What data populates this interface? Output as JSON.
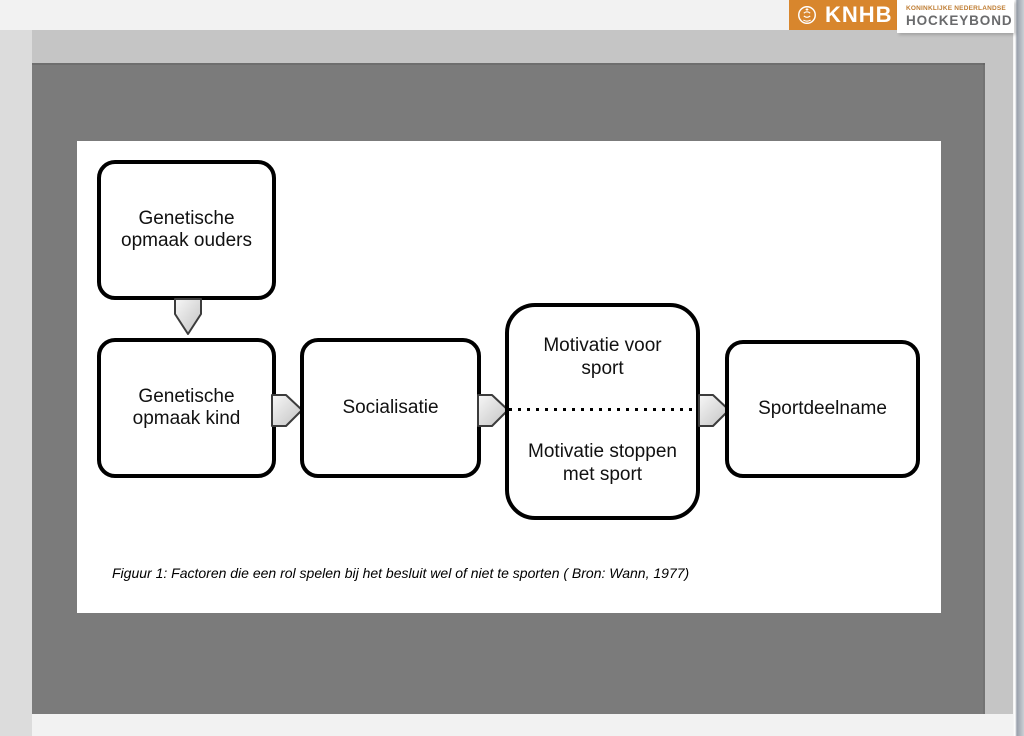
{
  "header": {
    "logo": {
      "abbr": "KNHB",
      "org_line1": "KONINKLIJKE NEDERLANDSE",
      "org_line2": "HOCKEYBOND",
      "crest_icon": "knhb-crest-icon",
      "brand_orange": "#d8862d"
    }
  },
  "colors": {
    "page_background": "#f2f2f2",
    "left_strip": "#dcdcdc",
    "viewer_canvas": "#c5c5c5",
    "slide_background": "#7b7b7b",
    "figure_background": "#ffffff",
    "box_border": "#000000",
    "arrow_fill_light": "#f5f5f5",
    "arrow_fill_dark": "#c2c2c2"
  },
  "diagram": {
    "boxes": [
      {
        "label": "Genetische\nopmaak ouders"
      },
      {
        "label": "Genetische\nopmaak kind"
      },
      {
        "label": "Socialisatie"
      },
      {
        "label_top": "Motivatie voor\nsport",
        "label_bottom": "Motivatie stoppen\nmet sport"
      },
      {
        "label": "Sportdeelname"
      }
    ],
    "arrows": [
      "down",
      "right",
      "right",
      "right"
    ],
    "caption": "Figuur 1: Factoren die een rol spelen bij het besluit wel of niet te sporten ( Bron: Wann, 1977)"
  }
}
